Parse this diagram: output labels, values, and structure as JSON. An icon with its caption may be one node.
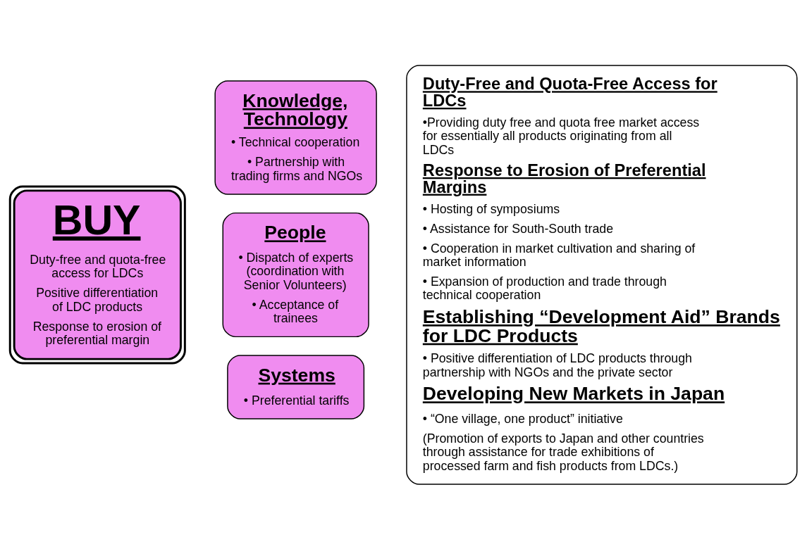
{
  "diagram": {
    "nodes": [
      {
        "text": [
          "BUY",
          "Duty-free and quota-free access for LDCs",
          "Positive differentiation of LDC products",
          "Response to erosion of preferential margin"
        ]
      },
      {
        "text": [
          "Knowledge, Technology",
          "• Technical cooperation",
          "• Partnership with trading firms and NGOs"
        ]
      },
      {
        "text": [
          "People",
          "• Dispatch of experts (coordination with Senior Volunteers)",
          "• Acceptance of trainees"
        ]
      },
      {
        "text": [
          "Systems",
          "• Preferential tariffs"
        ]
      },
      {
        "text": [
          "Duty-Free and Quota-Free Access for LDCs",
          "•Providing duty free and quota free market access for essentially all products originating from all LDCs",
          "Response to Erosion of Preferential Margins",
          "• Hosting of symposiums",
          "• Assistance for South-South trade",
          "• Cooperation in market cultivation and sharing of market information",
          "• Expansion of production and trade through technical cooperation",
          "Establishing “Development Aid” Brands for LDC Products",
          "• Positive differentiation of LDC products through partnership with NGOs and the private sector",
          "Developing New Markets in Japan",
          "• “One village, one product” initiative",
          "(Promotion of exports to Japan and other countries through assistance for trade exhibitions of processed farm and fish products from LDCs.)"
        ]
      }
    ],
    "edges": []
  }
}
